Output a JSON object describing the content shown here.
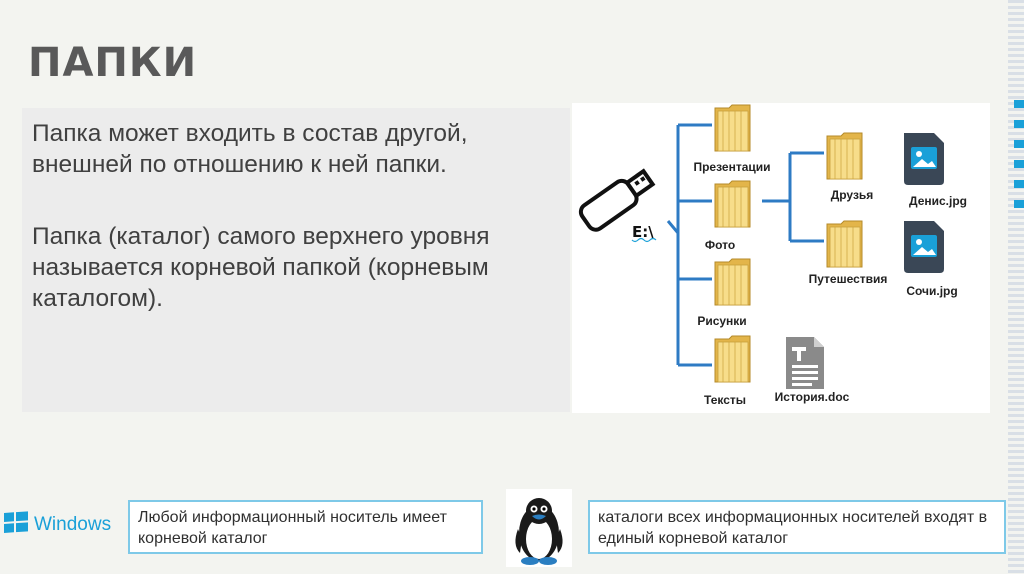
{
  "slide": {
    "title": "ПАПКИ",
    "paragraphs": [
      "Папка может входить в состав другой, внешней по отношению к ней папки.",
      "Папка (каталог) самого верхнего уровня называется корневой папкой (корневым каталогом)."
    ]
  },
  "diagram": {
    "drive_label": "E:\\",
    "folders": {
      "presentations": "Презентации",
      "photo": "Фото",
      "drawings": "Рисунки",
      "texts": "Тексты",
      "friends": "Друзья",
      "travel": "Путешествия"
    },
    "files": {
      "denis": "Денис.jpg",
      "sochi": "Сочи.jpg",
      "history": "История.doc"
    }
  },
  "footer": {
    "windows_logo_text": "Windows",
    "left_note": "Любой информационный носитель имеет корневой каталог",
    "right_note": "каталоги всех информационных носителей входят в единый корневой каталог"
  },
  "colors": {
    "accent_blue": "#1aa0d8",
    "tree_line": "#2e7bc4",
    "folder_yellow": "#f1cf6d",
    "file_icon_dark": "#3a4756",
    "box_border": "#7ec9e8",
    "title_gray": "#595959"
  },
  "icons": [
    "usb-drive-icon",
    "folder-icon",
    "image-file-icon",
    "document-file-icon",
    "windows-logo-icon",
    "penguin-icon"
  ]
}
